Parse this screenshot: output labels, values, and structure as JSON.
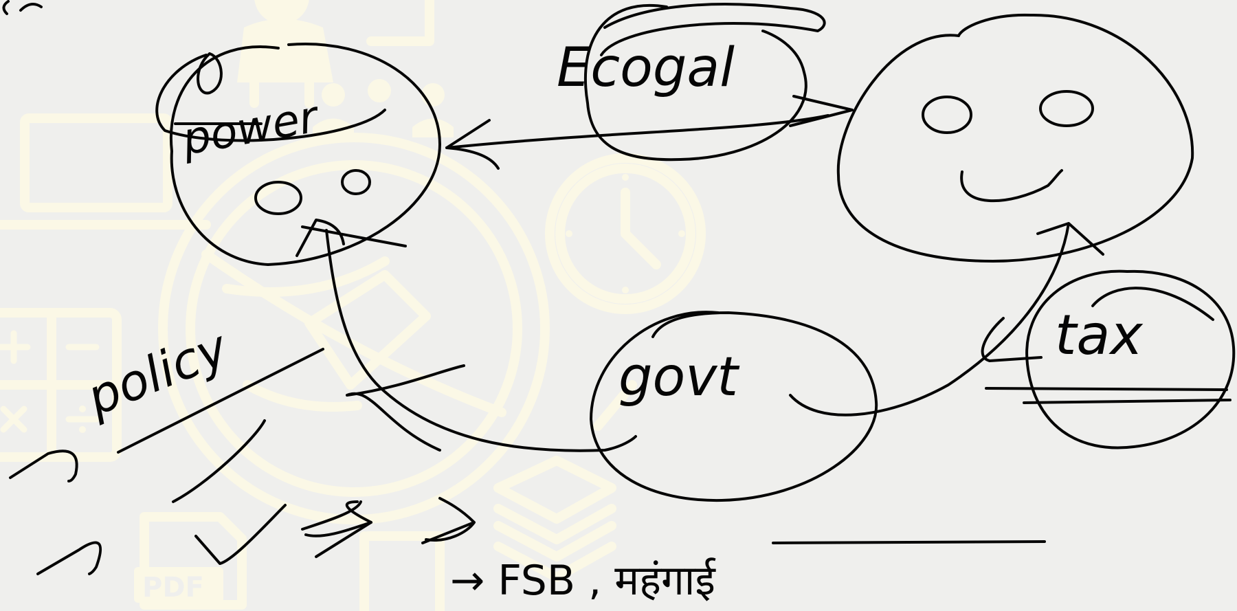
{
  "canvas": {
    "background": "#efefed",
    "watermark_color": "#fbf8e6",
    "ink_color": "#050505",
    "watermark_icons": [
      "person-icon",
      "laptop-icon",
      "globe-icon",
      "clock-icon",
      "calculator-icon",
      "books-icon",
      "pdf-file-icon",
      "pencil-icon",
      "people-icon"
    ]
  },
  "watermark": {
    "pdf_label": "PDF"
  },
  "notes": {
    "power": "power",
    "ecogal": "Ecogal",
    "govt": "govt",
    "tax": "tax",
    "policy": "policy",
    "fsb_line": "→ FSB , महंगाई"
  }
}
